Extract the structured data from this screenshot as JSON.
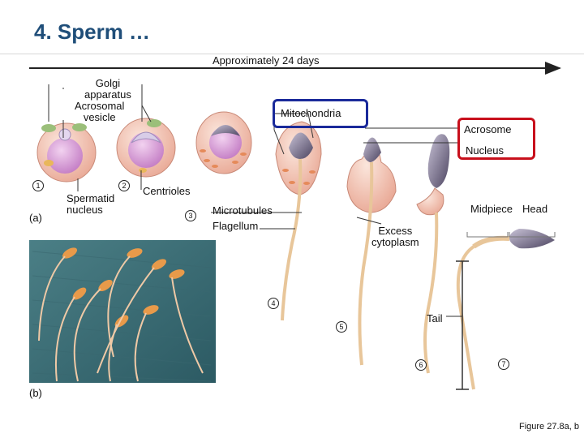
{
  "title": "4. Sperm …",
  "timeline": {
    "label": "Approximately 24 days"
  },
  "labels": {
    "golgi": "Golgi\napparatus",
    "acrosomal": "Acrosomal\nvesicle",
    "mitochondria": "Mitochondria",
    "acrosome": "Acrosome",
    "nucleus": "Nucleus",
    "spermatid": "Spermatid\nnucleus",
    "centrioles": "Centrioles",
    "microtubules": "Microtubules",
    "flagellum": "Flagellum",
    "excess": "Excess\ncytoplasm",
    "midpiece": "Midpiece",
    "head": "Head",
    "tail": "Tail",
    "part_a": "(a)",
    "part_b": "(b)"
  },
  "stages": [
    "1",
    "2",
    "3",
    "4",
    "5",
    "6",
    "7"
  ],
  "caption": "Figure 27.8a, b",
  "colors": {
    "title": "#1f4e79",
    "highlight_blue": "#1a2a9a",
    "highlight_red": "#c8101c",
    "cell_body": "#f2c9b8",
    "nucleus": "#d9a8d8",
    "acrosome": "#7a6f8c",
    "tail": "#f0d4a8",
    "photo_bg": "#3d6f78"
  }
}
